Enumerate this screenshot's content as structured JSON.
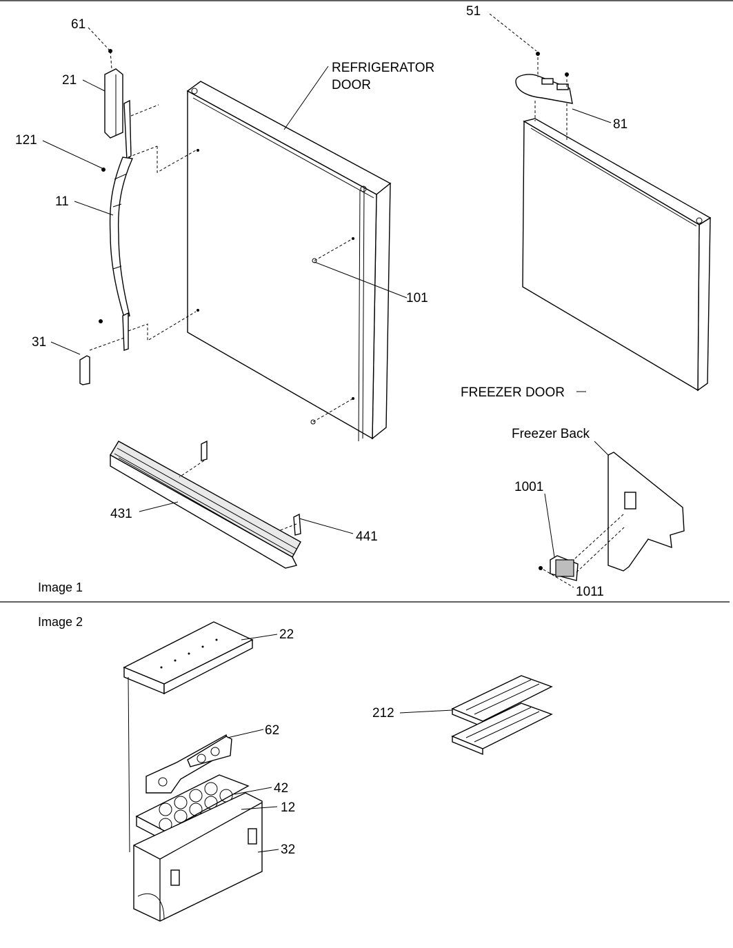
{
  "sections": [
    {
      "label": "Image 1"
    },
    {
      "label": "Image 2"
    }
  ],
  "assembly_labels": {
    "refrigerator_door_line1": "REFRIGERATOR",
    "refrigerator_door_line2": "DOOR",
    "freezer_door": "FREEZER DOOR",
    "freezer_back": "Freezer Back"
  },
  "parts": {
    "p61": "61",
    "p21": "21",
    "p121": "121",
    "p11": "11",
    "p31": "31",
    "p101": "101",
    "p431": "431",
    "p441": "441",
    "p51": "51",
    "p81": "81",
    "p1001": "1001",
    "p1011": "1011",
    "p22": "22",
    "p62": "62",
    "p42": "42",
    "p12": "12",
    "p32": "32",
    "p212": "212"
  }
}
